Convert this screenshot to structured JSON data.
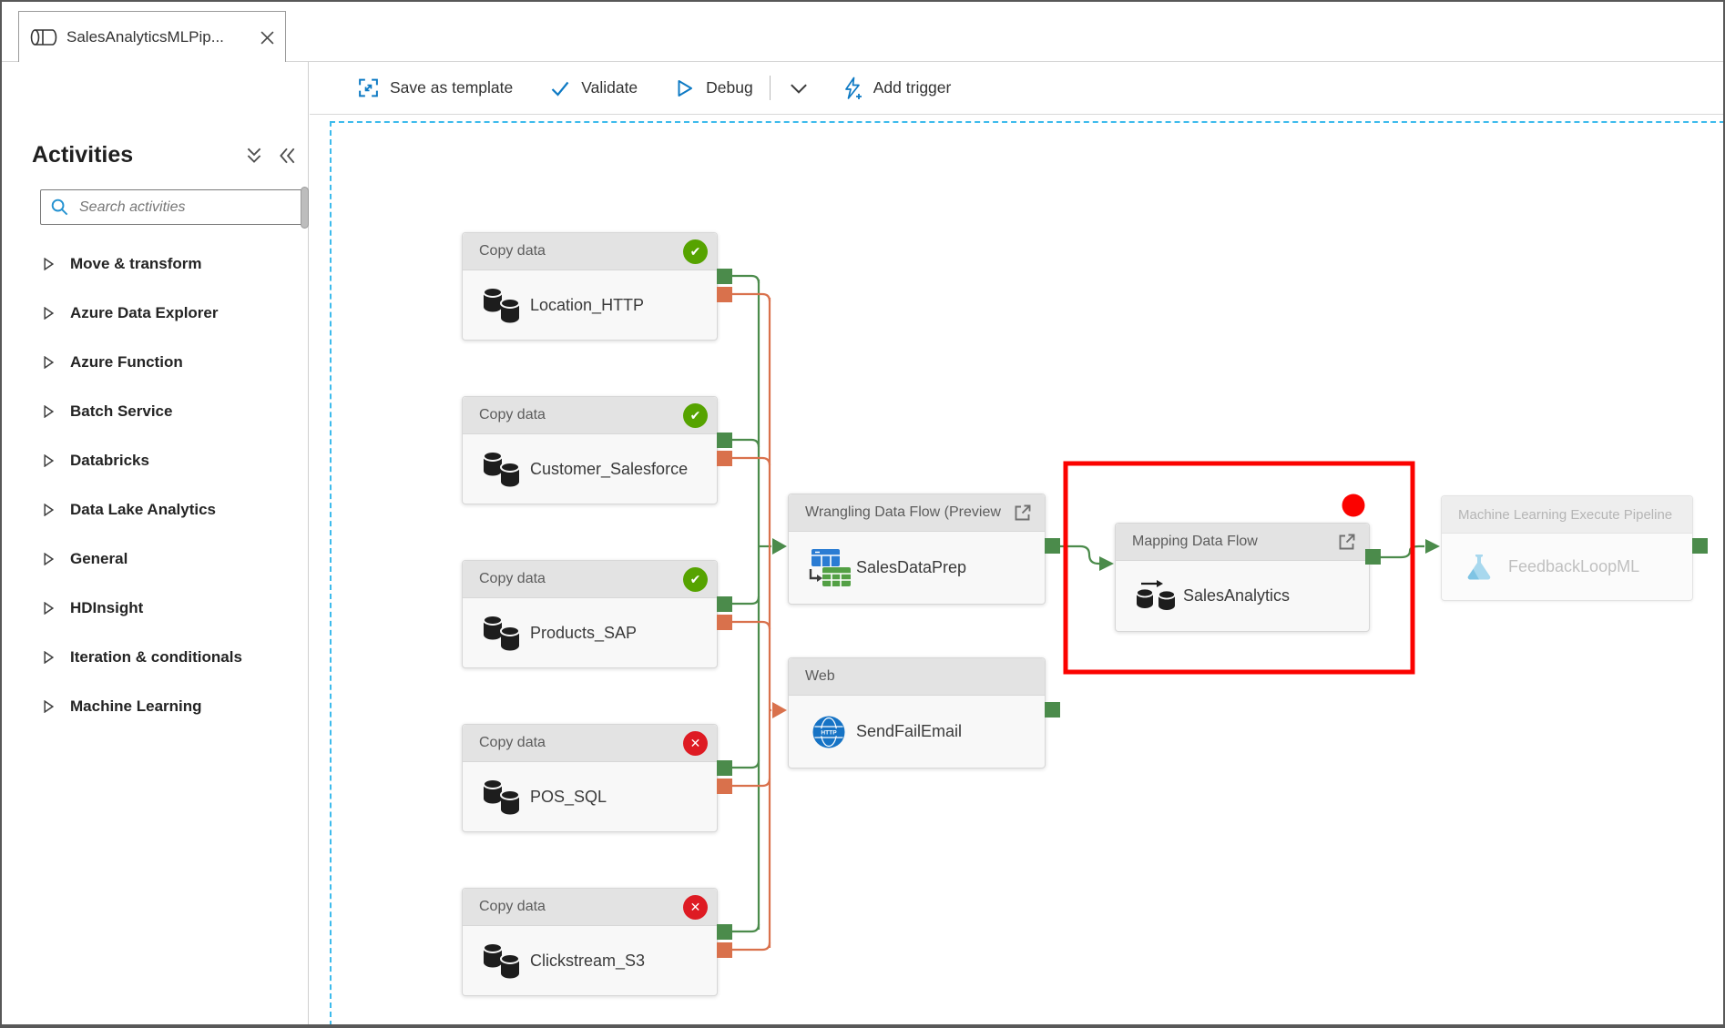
{
  "tab": {
    "title": "SalesAnalyticsMLPip...",
    "close": "close"
  },
  "sidebar": {
    "title": "Activities",
    "search_placeholder": "Search activities",
    "items": [
      "Move & transform",
      "Azure Data Explorer",
      "Azure Function",
      "Batch Service",
      "Databricks",
      "Data Lake Analytics",
      "General",
      "HDInsight",
      "Iteration & conditionals",
      "Machine Learning"
    ]
  },
  "toolbar": {
    "save_as_template": "Save as template",
    "validate": "Validate",
    "debug": "Debug",
    "add_trigger": "Add trigger"
  },
  "canvas": {
    "copy_nodes": [
      {
        "header": "Copy data",
        "name": "Location_HTTP",
        "status": "success"
      },
      {
        "header": "Copy data",
        "name": "Customer_Salesforce",
        "status": "success"
      },
      {
        "header": "Copy data",
        "name": "Products_SAP",
        "status": "success"
      },
      {
        "header": "Copy data",
        "name": "POS_SQL",
        "status": "failed"
      },
      {
        "header": "Copy data",
        "name": "Clickstream_S3",
        "status": "failed"
      }
    ],
    "wrangling": {
      "header": "Wrangling Data Flow (Preview",
      "name": "SalesDataPrep"
    },
    "web": {
      "header": "Web",
      "name": "SendFailEmail"
    },
    "mapping": {
      "header": "Mapping Data Flow",
      "name": "SalesAnalytics"
    },
    "ml": {
      "header": "Machine Learning Execute Pipeline",
      "name": "FeedbackLoopML"
    },
    "colors": {
      "success": "#4b8b4b",
      "failure": "#d9714c",
      "status_success": "#56a300",
      "status_failed": "#de1b23",
      "annotation": "#fb0200",
      "canvas_border": "#3dbbec",
      "accent_blue": "#0e7ac4"
    }
  }
}
